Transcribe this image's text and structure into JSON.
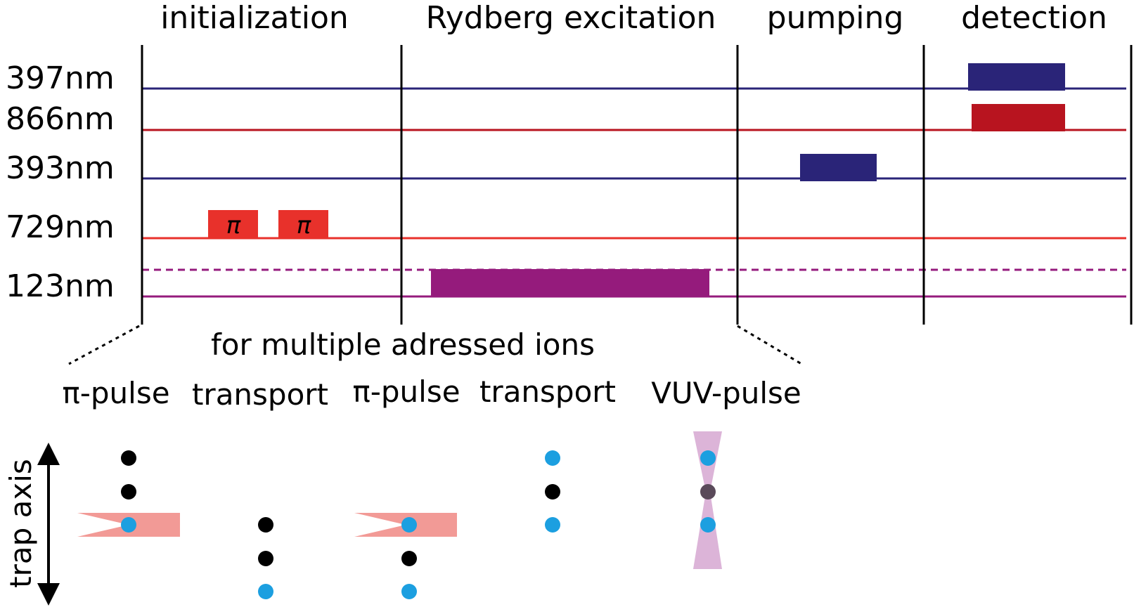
{
  "phases": [
    "initialization",
    "Rydberg excitation",
    "pumping",
    "detection"
  ],
  "wavelengths": [
    "397nm",
    "866nm",
    "393nm",
    "729nm",
    "123nm"
  ],
  "pulse_symbol": "π",
  "caption": "for multiple adressed ions",
  "steps": [
    "π-pulse",
    "transport",
    "π-pulse",
    "transport",
    "VUV-pulse"
  ],
  "axis_label": "trap axis",
  "colors": {
    "uv_blue": "#2a2478",
    "red_866": "#b8141f",
    "red_729": "#e8312b",
    "vuv_purple": "#951b7c",
    "ion_black": "#000000",
    "ion_blue": "#1c9fe0",
    "beam_red": "#f29a96",
    "beam_purple": "#dcb4d8"
  }
}
